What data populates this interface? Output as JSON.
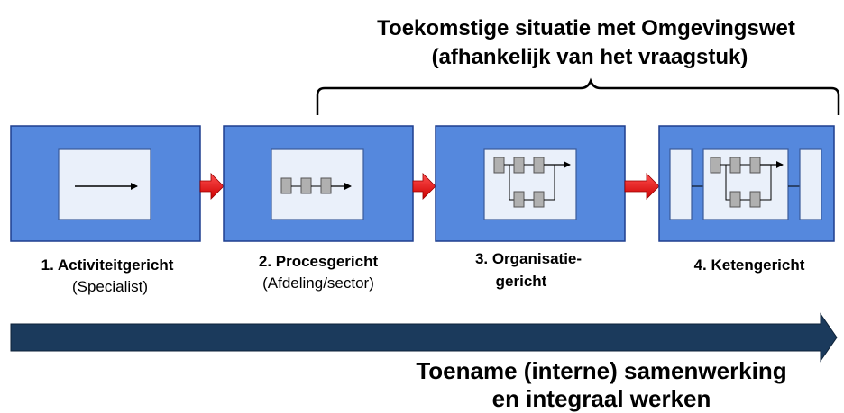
{
  "top_title": {
    "line1": "Toekomstige situatie met Omgevingswet",
    "line2": "(afhankelijk van het vraagstuk)"
  },
  "stages": [
    {
      "title": "1. Activiteitgericht",
      "subtitle": "(Specialist)"
    },
    {
      "title": "2. Procesgericht",
      "subtitle": "(Afdeling/sector)"
    },
    {
      "title_line1": "3. Organisatie-",
      "title_line2": "gericht"
    },
    {
      "title": "4. Ketengericht"
    }
  ],
  "bottom_caption": {
    "line1": "Toename (interne) samenwerking",
    "line2": "en integraal werken"
  },
  "colors": {
    "stage_fill": "#5588dd",
    "inner_fill": "#eaf0fa",
    "connector_arrow": "#ee1111",
    "progress_arrow": "#1b3a5c"
  },
  "icons": [
    "long-arrow-icon",
    "process-chain-icon",
    "organisation-process-icon",
    "chain-process-icon"
  ]
}
